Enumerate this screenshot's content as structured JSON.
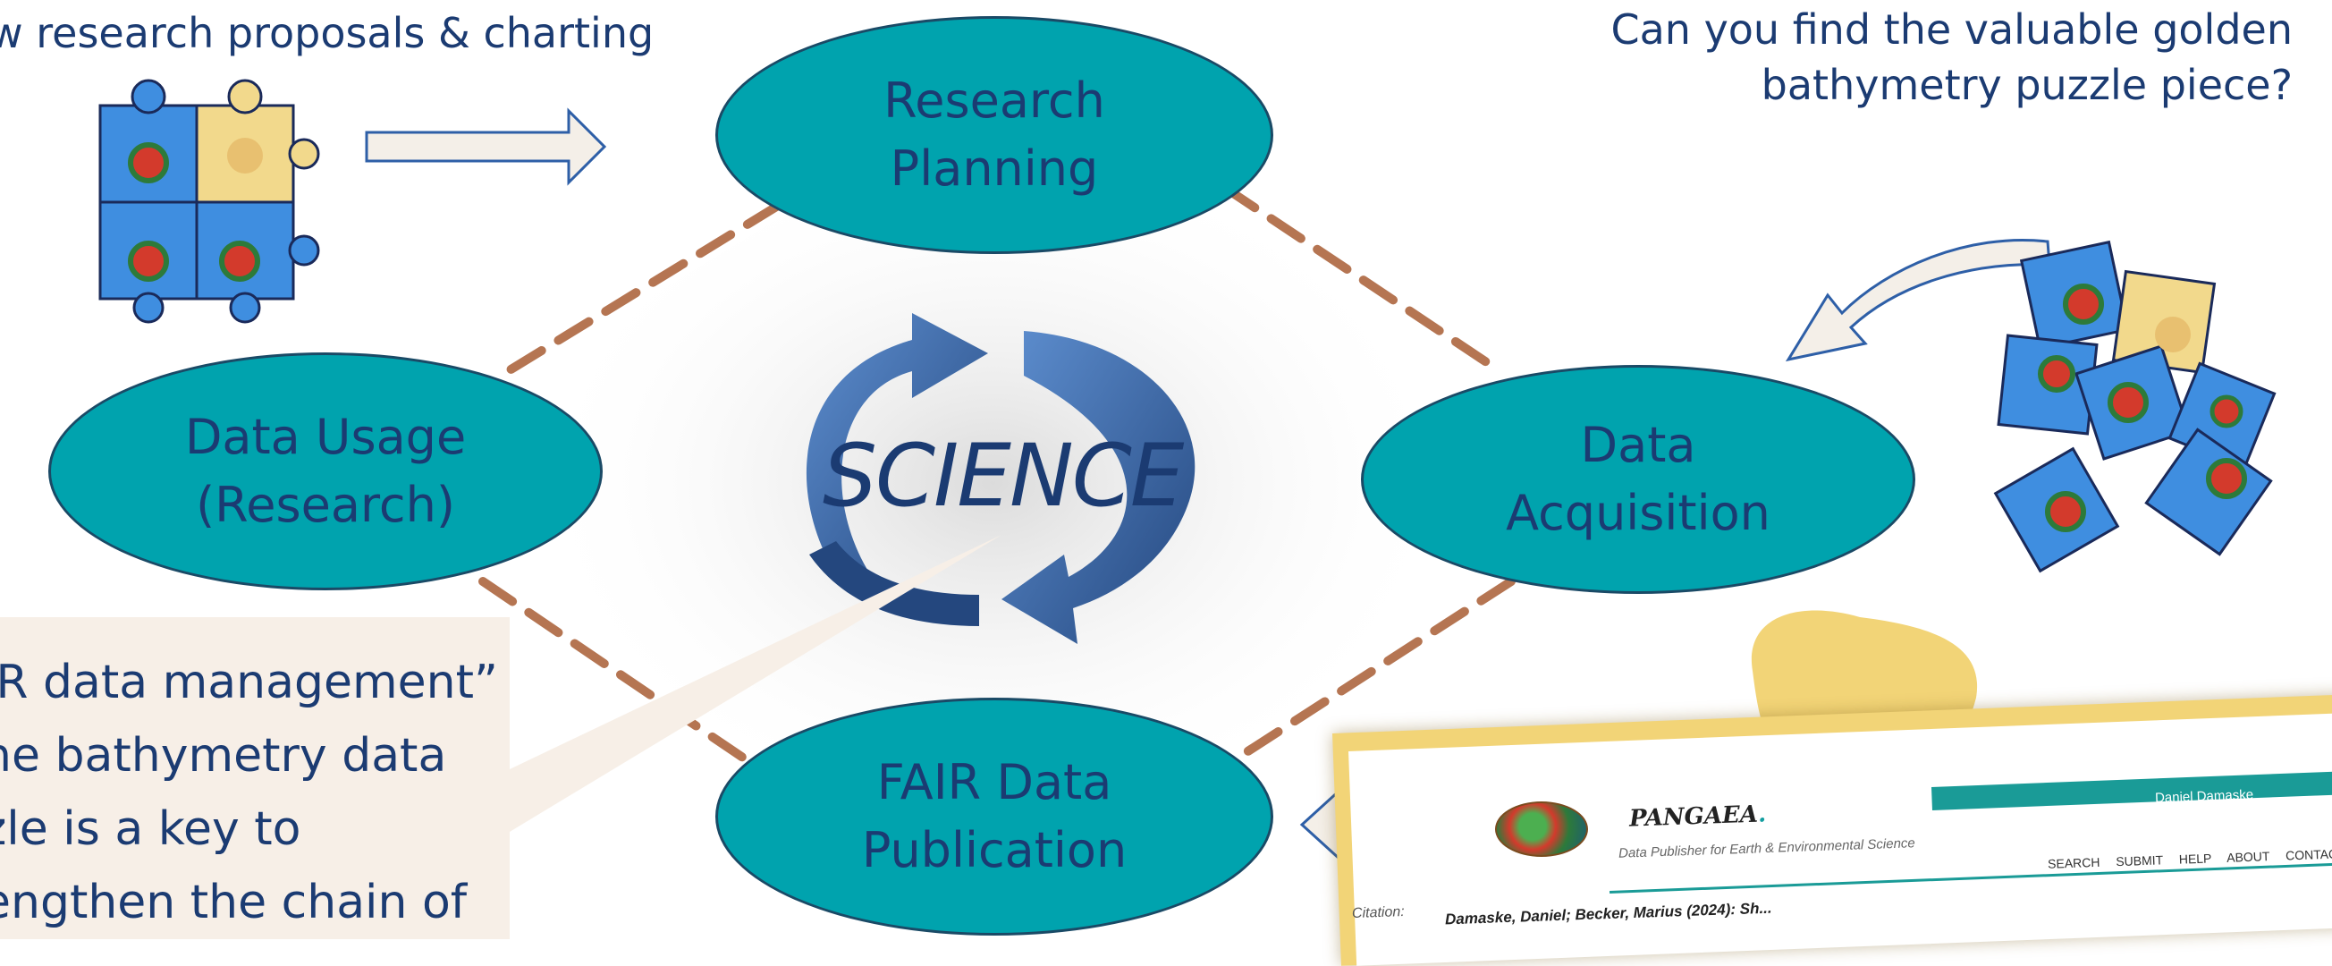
{
  "captions": {
    "top_left": "w research proposals & charting",
    "top_right_line1": "Can you find the valuable golden",
    "top_right_line2": "bathymetry puzzle piece?"
  },
  "nodes": {
    "research_planning": [
      "Research",
      "Planning"
    ],
    "data_usage": [
      "Data Usage",
      "(Research)"
    ],
    "data_acquisition": [
      "Data",
      "Acquisition"
    ],
    "fair_publication": [
      "FAIR Data",
      "Publication"
    ]
  },
  "center": {
    "label": "SCIENCE"
  },
  "callout": {
    "lines": [
      "IR data management”",
      "he bathymetry data",
      "zle is a key to",
      "engthen the chain of"
    ]
  },
  "pangaea": {
    "title": "PANGAEA",
    "title_dot": ".",
    "subtitle": "Data Publisher for Earth & Environmental Science",
    "user": "Daniel Damaske",
    "nav": [
      "SEARCH",
      "SUBMIT",
      "HELP",
      "ABOUT",
      "CONTACT"
    ],
    "citation_label": "Citation:",
    "citation": "Damaske, Daniel; Becker, Marius (2024): Sh..."
  },
  "colors": {
    "node_fill": "#00a3ae",
    "node_border": "#1a4a66",
    "text": "#1b3b72",
    "cycle_arrow": "#2e5fa7",
    "chain": "#b57552",
    "puzzle_blue": "#3f8ee0",
    "puzzle_gold": "#f2d98c",
    "callout_bg": "#f7efe7",
    "gold_card": "#f2d477"
  },
  "icons": [
    "puzzle-icon",
    "globe-icon",
    "arrow-right-icon",
    "arrow-left-icon",
    "curved-arrow-icon",
    "chain-icon",
    "cycle-arrow-icon"
  ]
}
